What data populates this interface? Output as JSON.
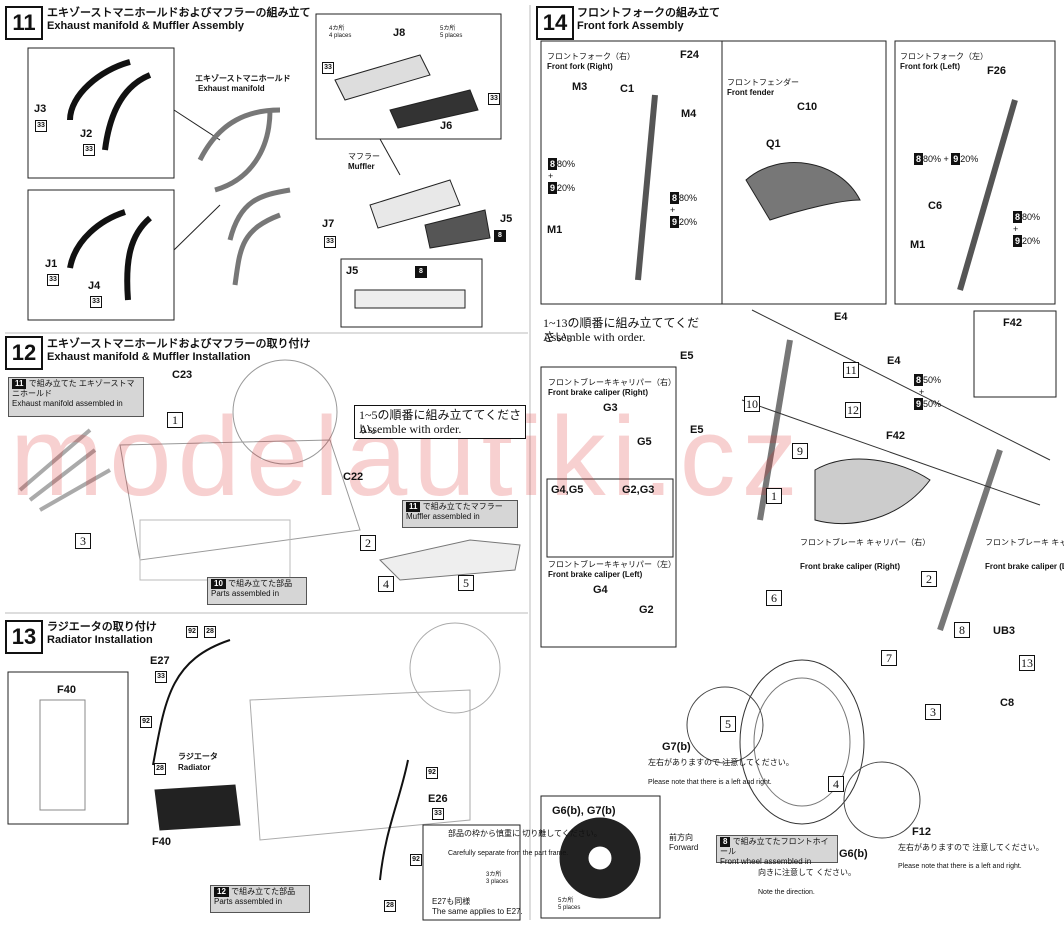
{
  "watermark": "modelautiki.cz",
  "step11": {
    "number": "11",
    "title_jp": "エキゾーストマニホールドおよびマフラーの組み立て",
    "title_en": "Exhaust manifold & Muffler Assembly",
    "manifold_label_jp": "エキゾーストマニホールド",
    "manifold_label_en": "Exhaust manifold",
    "muffler_label_jp": "マフラー",
    "muffler_label_en": "Muffler",
    "places4_jp": "4カ所",
    "places4_en": "4 places",
    "places5_jp": "5カ所",
    "places5_en": "5 places",
    "parts": {
      "j3": "J3",
      "j2": "J2",
      "j1": "J1",
      "j4": "J4",
      "j8": "J8",
      "j6": "J6",
      "j7": "J7",
      "j5": "J5",
      "j5_box": "J5"
    },
    "color_codes": {
      "c33": "33",
      "c8": "8"
    }
  },
  "step12": {
    "number": "12",
    "title_jp": "エキゾーストマニホールドおよびマフラーの取り付け",
    "title_en": "Exhaust manifold & Muffler Installation",
    "tag_manifold_jp": "で組み立てた エキゾーストマニホールド",
    "tag_manifold_en": "Exhaust manifold assembled in",
    "tag_manifold_ref": "11",
    "order_note_jp": "1~5の順番に組み立ててください。",
    "order_note_en": "Assemble with order.",
    "c23": "C23",
    "c22": "C22",
    "tag_muffler_jp": "で組み立てたマフラー",
    "tag_muffler_en": "Muffler assembled in",
    "tag_muffler_ref": "11",
    "tag_parts_jp": "で組み立てた部品",
    "tag_parts_en": "Parts assembled in",
    "tag_parts_ref": "10",
    "seq": [
      "1",
      "2",
      "3",
      "4",
      "5"
    ]
  },
  "step13": {
    "number": "13",
    "title_jp": "ラジエータの取り付け",
    "title_en": "Radiator Installation",
    "f40": "F40",
    "e27": "E27",
    "e26": "E26",
    "radiator_jp": "ラジエータ",
    "radiator_en": "Radiator",
    "careful_jp": "部品の枠から慎重に 切り離してください。",
    "careful_en": "Carefully separate from the part frame.",
    "places3_jp": "3カ所",
    "places3_en": "3 places",
    "same_jp": "E27も同様",
    "same_en": "The same applies to E27.",
    "tag_parts_jp": "で組み立てた部品",
    "tag_parts_en": "Parts assembled in",
    "tag_parts_ref": "12",
    "codes": {
      "c92": "92",
      "c28": "28",
      "c33": "33"
    }
  },
  "step14": {
    "number": "14",
    "title_jp": "フロントフォークの組み立て",
    "title_en": "Front fork Assembly",
    "fork_right_jp": "フロントフォーク（右）",
    "fork_right_en": "Front fork (Right)",
    "fork_left_jp": "フロントフォーク（左）",
    "fork_left_en": "Front fork (Left)",
    "fender_jp": "フロントフェンダー",
    "fender_en": "Front fender",
    "parts": {
      "f24": "F24",
      "m3": "M3",
      "c1": "C1",
      "m4": "M4",
      "m1": "M1",
      "c10": "C10",
      "q1": "Q1",
      "f26": "F26",
      "c6": "C6",
      "m1b": "M1",
      "e4a": "E4",
      "e4b": "E4",
      "e5a": "E5",
      "e5b": "E5",
      "f42a": "F42",
      "f42b": "F42",
      "g3": "G3",
      "g5": "G5",
      "g45": "G4,G5",
      "g23": "G2,G3",
      "g4": "G4",
      "g2": "G2",
      "ub3": "UB3",
      "c8": "C8",
      "g7b": "G7(b)",
      "g6b": "G6(b)",
      "f12": "F12",
      "g6g7": "G6(b), G7(b)"
    },
    "mix_right": [
      "80%",
      "20%"
    ],
    "mix_inset": [
      "80%",
      "20%"
    ],
    "mix_left": [
      "80%",
      "20%"
    ],
    "mix_c6": [
      "80%",
      "20%"
    ],
    "mix_e4": [
      "50%",
      "50%"
    ],
    "order_note_jp": "1~13の順番に組み立ててください。",
    "order_note_en": "Assemble with order.",
    "caliper_right_jp": "フロントブレーキキャリパー（右）",
    "caliper_right_en": "Front brake caliper (Right)",
    "caliper_left_jp": "フロントブレーキキャリパー（左）",
    "caliper_left_en": "Front brake caliper (Left)",
    "cal_r_lbl_jp": "フロントブレーキ キャリパー（右）",
    "cal_r_lbl_en": "Front brake caliper (Right)",
    "cal_l_lbl_jp": "フロントブレーキ キャリパー（左）",
    "cal_l_lbl_en": "Front brake caliper (Left)",
    "lr_note_jp": "左右がありますので 注意してください。",
    "lr_note_en": "Please note that there is a left and right.",
    "dir_note_jp": "向きに注意して ください。",
    "dir_note_en": "Note the direction.",
    "forward_jp": "前方向",
    "forward_en": "Forward",
    "wheel_tag_jp": "で組み立てたフロントホイール",
    "wheel_tag_en": "Front wheel assembled in",
    "wheel_tag_ref": "8",
    "places5_jp": "5カ所",
    "places5_en": "5 places",
    "seq": [
      "1",
      "2",
      "3",
      "4",
      "5",
      "6",
      "7",
      "8",
      "9",
      "10",
      "11",
      "12",
      "13"
    ]
  }
}
